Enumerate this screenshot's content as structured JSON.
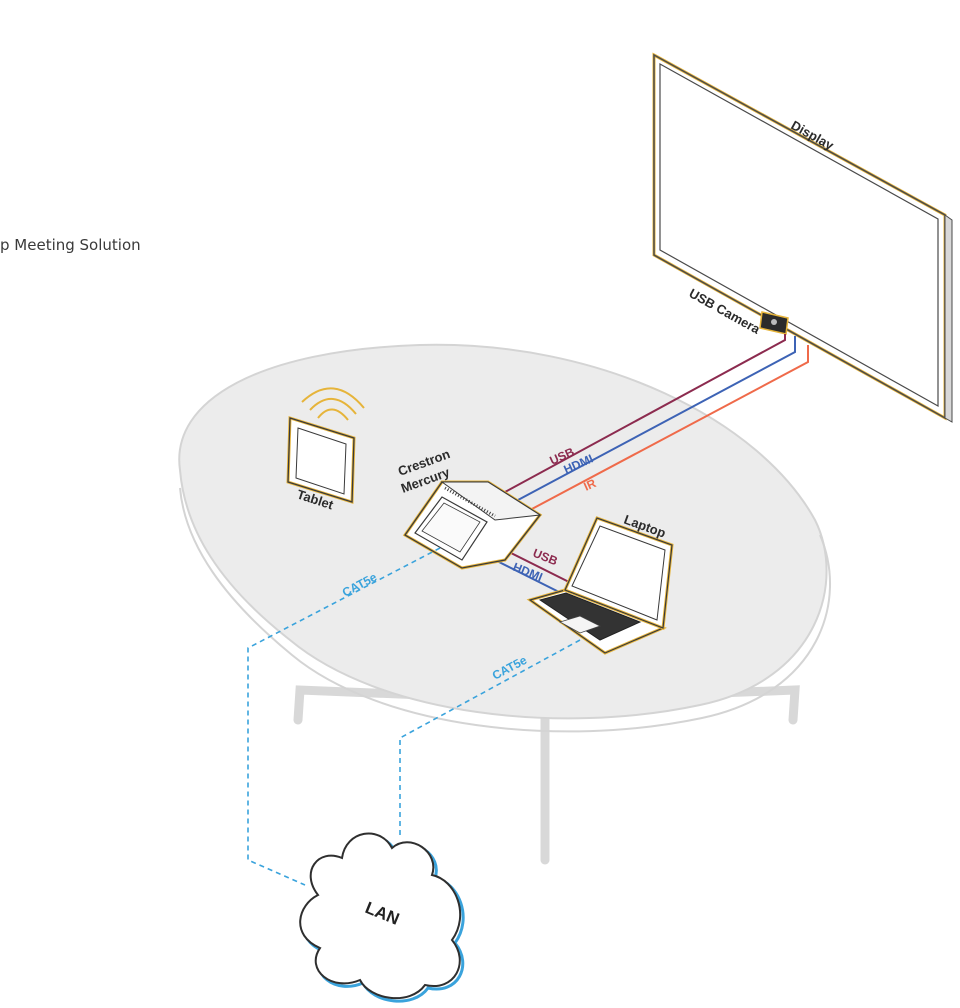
{
  "title": "p Meeting Solution",
  "labels": {
    "display": "Display",
    "usb_camera": "USB Camera",
    "tablet": "Tablet",
    "mercury_line1": "Crestron",
    "mercury_line2": "Mercury",
    "laptop": "Laptop",
    "lan": "LAN"
  },
  "cables": {
    "usb_upper": "USB",
    "hdmi_upper": "HDMI",
    "ir": "IR",
    "usb_lower": "USB",
    "hdmi_lower": "HDMI",
    "cat5e_left": "CAT5e",
    "cat5e_right": "CAT5e"
  },
  "colors": {
    "usb": "#8c2b4f",
    "hdmi": "#3d63b5",
    "ir": "#ef6a4a",
    "cat5e": "#3aa3dc",
    "device_outline": "#e6b43a",
    "table": "#ececec"
  }
}
